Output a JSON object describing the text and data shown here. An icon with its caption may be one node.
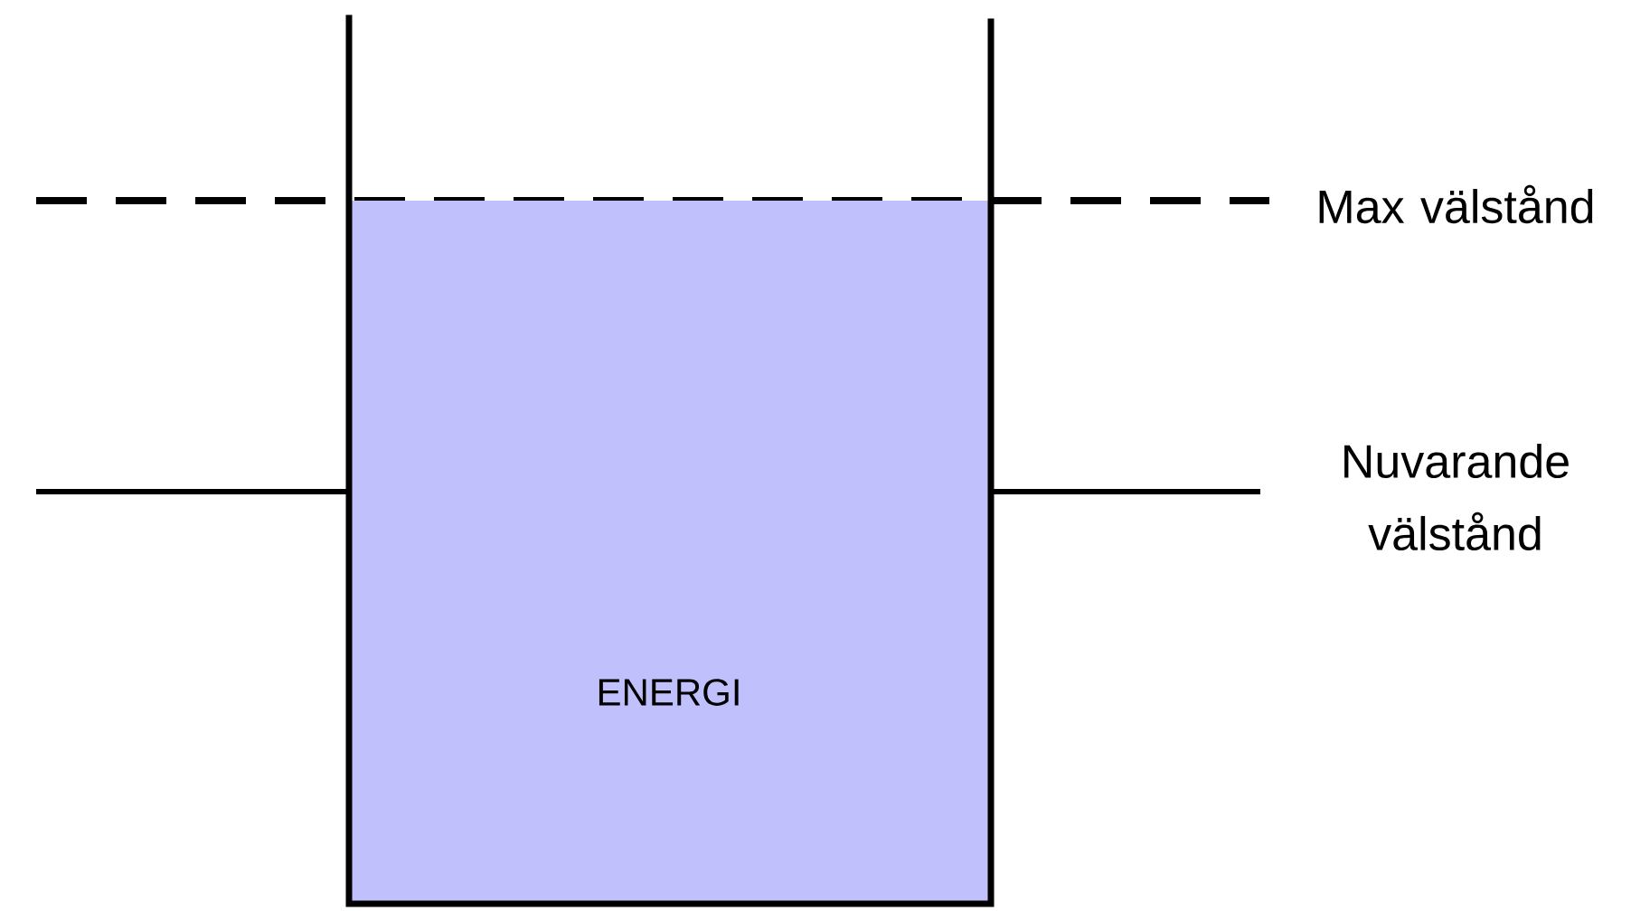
{
  "diagram": {
    "nodes": [
      {
        "text": [
          "ENERGI"
        ]
      }
    ],
    "labels": [
      "Max välstånd",
      "Nuvarande välstånd"
    ]
  }
}
